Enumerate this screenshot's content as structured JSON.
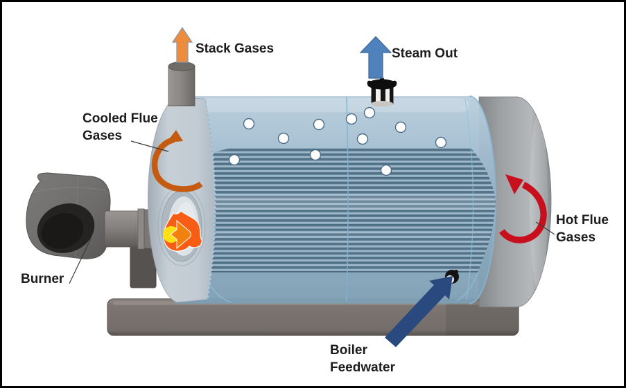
{
  "diagram": {
    "type": "fire-tube-boiler-cutaway-schematic",
    "labels": {
      "stack_gases": "Stack Gases",
      "steam_out": "Steam Out",
      "cooled_flue_gases": "Cooled Flue\nGases",
      "hot_flue_gases": "Hot Flue\nGases",
      "burner": "Burner",
      "boiler_feedwater": "Boiler\nFeedwater"
    },
    "colors": {
      "stack_arrow": "#ED8C3D",
      "steam_arrow": "#4F81BD",
      "feedwater_arrow": "#2A4A7F",
      "hot_flue_arrow": "#C80F1E",
      "cooled_flue_arrow": "#C55A11",
      "shell_blue": "#8FAFC4",
      "tube_dark": "#55758B",
      "flame_outer": "#F85D15",
      "flame_inner": "#F0820D",
      "flame_core": "#FFE013",
      "metal_gray": "#9DA1A3",
      "base_gray": "#7B7370",
      "label_text": "#1C1C1C"
    }
  }
}
